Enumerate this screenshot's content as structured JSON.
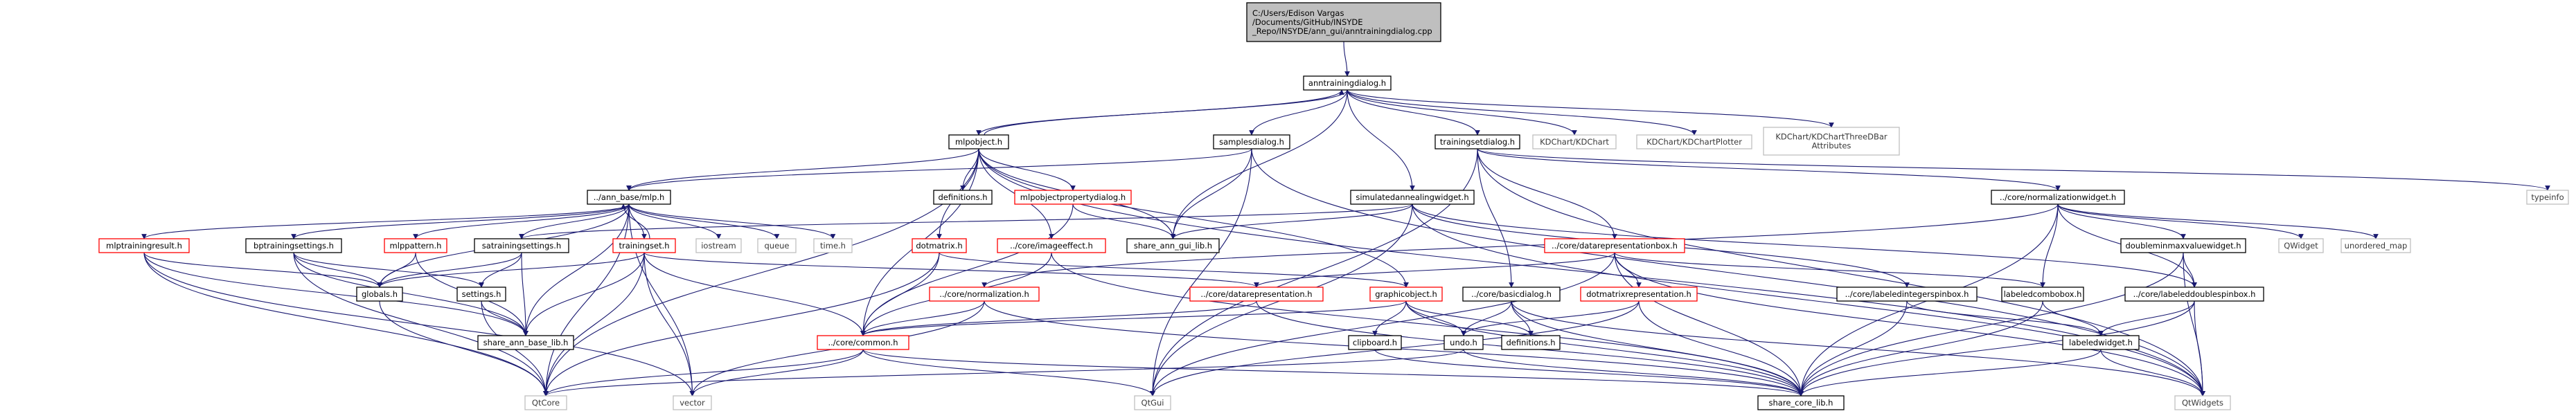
{
  "diagram": {
    "colors": {
      "edge": "#191970",
      "root_fill": "#bfbfbf",
      "red_border": "#ff0000",
      "ext_border": "#bfbfbf"
    },
    "nodes": [
      {
        "id": "root",
        "kind": "root",
        "lines": [
          "C:/Users/Edison Vargas",
          "/Documents/GitHub/INSYDE",
          "_Repo/INSYDE/ann_gui/anntrainingdialog.cpp"
        ]
      },
      {
        "id": "anntrainingdialog_h",
        "kind": "normal",
        "lines": [
          "anntrainingdialog.h"
        ]
      },
      {
        "id": "mlpobject_h",
        "kind": "normal",
        "lines": [
          "mlpobject.h"
        ]
      },
      {
        "id": "samplesdialog_h",
        "kind": "normal",
        "lines": [
          "samplesdialog.h"
        ]
      },
      {
        "id": "trainingsetdialog_h",
        "kind": "normal",
        "lines": [
          "trainingsetdialog.h"
        ]
      },
      {
        "id": "kdchart",
        "kind": "ext",
        "lines": [
          "KDChart/KDChart"
        ]
      },
      {
        "id": "kdchartplotter",
        "kind": "ext",
        "lines": [
          "KDChart/KDChartPlotter"
        ]
      },
      {
        "id": "kdchartthreedbar",
        "kind": "ext",
        "lines": [
          "KDChart/KDChartThreeDBar",
          "Attributes"
        ]
      },
      {
        "id": "typeinfo",
        "kind": "ext",
        "lines": [
          "typeinfo"
        ]
      },
      {
        "id": "ann_base_mlp_h",
        "kind": "normal",
        "lines": [
          "../ann_base/mlp.h"
        ]
      },
      {
        "id": "definitions_h_a",
        "kind": "normal",
        "lines": [
          "definitions.h"
        ]
      },
      {
        "id": "mlpobjectproperty",
        "kind": "red",
        "lines": [
          "mlpobjectpropertydialog.h"
        ]
      },
      {
        "id": "simulatedannealing",
        "kind": "normal",
        "lines": [
          "simulatedannealingwidget.h"
        ]
      },
      {
        "id": "normalizationwidget",
        "kind": "normal",
        "lines": [
          "../core/normalizationwidget.h"
        ]
      },
      {
        "id": "mlptrainingresult",
        "kind": "red",
        "lines": [
          "mlptrainingresult.h"
        ]
      },
      {
        "id": "bptrainingsettings",
        "kind": "normal",
        "lines": [
          "bptrainingsettings.h"
        ]
      },
      {
        "id": "mlppattern",
        "kind": "red",
        "lines": [
          "mlppattern.h"
        ]
      },
      {
        "id": "satrainingsettings",
        "kind": "normal",
        "lines": [
          "satrainingsettings.h"
        ]
      },
      {
        "id": "trainingset_h",
        "kind": "red",
        "lines": [
          "trainingset.h"
        ]
      },
      {
        "id": "iostream",
        "kind": "ext",
        "lines": [
          "iostream"
        ]
      },
      {
        "id": "queue",
        "kind": "ext",
        "lines": [
          "queue"
        ]
      },
      {
        "id": "time_h",
        "kind": "ext",
        "lines": [
          "time.h"
        ]
      },
      {
        "id": "dotmatrix",
        "kind": "red",
        "lines": [
          "dotmatrix.h"
        ]
      },
      {
        "id": "imageeffect",
        "kind": "red",
        "lines": [
          "../core/imageeffect.h"
        ]
      },
      {
        "id": "share_ann_gui_lib",
        "kind": "normal",
        "lines": [
          "share_ann_gui_lib.h"
        ]
      },
      {
        "id": "datarepresentationbox",
        "kind": "red",
        "lines": [
          "../core/datarepresentationbox.h"
        ]
      },
      {
        "id": "doubleminmax",
        "kind": "normal",
        "lines": [
          "doubleminmaxvaluewidget.h"
        ]
      },
      {
        "id": "qwidget",
        "kind": "ext",
        "lines": [
          "QWidget"
        ]
      },
      {
        "id": "unordered_map",
        "kind": "ext",
        "lines": [
          "unordered_map"
        ]
      },
      {
        "id": "globals_h",
        "kind": "normal",
        "lines": [
          "globals.h"
        ]
      },
      {
        "id": "settings_h",
        "kind": "normal",
        "lines": [
          "settings.h"
        ]
      },
      {
        "id": "core_normalization",
        "kind": "red",
        "lines": [
          "../core/normalization.h"
        ]
      },
      {
        "id": "core_datarep",
        "kind": "red",
        "lines": [
          "../core/datarepresentation.h"
        ]
      },
      {
        "id": "graphicobject",
        "kind": "red",
        "lines": [
          "graphicobject.h"
        ]
      },
      {
        "id": "basicdialog",
        "kind": "normal",
        "lines": [
          "../core/basicdialog.h"
        ]
      },
      {
        "id": "dotmatrixrep",
        "kind": "red",
        "lines": [
          "dotmatrixrepresentation.h"
        ]
      },
      {
        "id": "labeledintegerspin",
        "kind": "normal",
        "lines": [
          "../core/labeledintegerspinbox.h"
        ]
      },
      {
        "id": "labeledcombobox",
        "kind": "normal",
        "lines": [
          "labeledcombobox.h"
        ]
      },
      {
        "id": "labeleddoublespin",
        "kind": "normal",
        "lines": [
          "../core/labeleddoublespinbox.h"
        ]
      },
      {
        "id": "share_ann_base_lib",
        "kind": "normal",
        "lines": [
          "share_ann_base_lib.h"
        ]
      },
      {
        "id": "core_common",
        "kind": "red",
        "lines": [
          "../core/common.h"
        ]
      },
      {
        "id": "clipboard",
        "kind": "normal",
        "lines": [
          "clipboard.h"
        ]
      },
      {
        "id": "undo_h",
        "kind": "normal",
        "lines": [
          "undo.h"
        ]
      },
      {
        "id": "definitions_h_b",
        "kind": "normal",
        "lines": [
          "definitions.h"
        ]
      },
      {
        "id": "labeledwidget",
        "kind": "normal",
        "lines": [
          "labeledwidget.h"
        ]
      },
      {
        "id": "qtcore",
        "kind": "ext",
        "lines": [
          "QtCore"
        ]
      },
      {
        "id": "vector",
        "kind": "ext",
        "lines": [
          "vector"
        ]
      },
      {
        "id": "qtgui",
        "kind": "ext",
        "lines": [
          "QtGui"
        ]
      },
      {
        "id": "share_core_lib",
        "kind": "normal",
        "lines": [
          "share_core_lib.h"
        ]
      },
      {
        "id": "qtwidgets",
        "kind": "ext",
        "lines": [
          "QtWidgets"
        ]
      }
    ],
    "edges": [
      [
        "root",
        "anntrainingdialog_h"
      ],
      [
        "anntrainingdialog_h",
        "mlpobject_h"
      ],
      [
        "anntrainingdialog_h",
        "samplesdialog_h"
      ],
      [
        "anntrainingdialog_h",
        "trainingsetdialog_h"
      ],
      [
        "anntrainingdialog_h",
        "kdchart"
      ],
      [
        "anntrainingdialog_h",
        "kdchartplotter"
      ],
      [
        "anntrainingdialog_h",
        "kdchartthreedbar"
      ],
      [
        "anntrainingdialog_h",
        "simulatedannealing"
      ],
      [
        "anntrainingdialog_h",
        "share_ann_gui_lib"
      ],
      [
        "mlpobject_h",
        "anntrainingdialog_h"
      ],
      [
        "mlpobject_h",
        "ann_base_mlp_h"
      ],
      [
        "mlpobject_h",
        "definitions_h_a"
      ],
      [
        "mlpobject_h",
        "mlpobjectproperty"
      ],
      [
        "mlpobject_h",
        "dotmatrix"
      ],
      [
        "mlpobject_h",
        "imageeffect"
      ],
      [
        "mlpobject_h",
        "share_ann_gui_lib"
      ],
      [
        "mlpobject_h",
        "graphicobject"
      ],
      [
        "mlpobject_h",
        "qtcore"
      ],
      [
        "mlpobject_h",
        "qtwidgets"
      ],
      [
        "mlpobject_h",
        "core_common"
      ],
      [
        "samplesdialog_h",
        "ann_base_mlp_h"
      ],
      [
        "samplesdialog_h",
        "share_ann_gui_lib"
      ],
      [
        "samplesdialog_h",
        "qtgui"
      ],
      [
        "samplesdialog_h",
        "qtwidgets"
      ],
      [
        "trainingsetdialog_h",
        "normalizationwidget"
      ],
      [
        "trainingsetdialog_h",
        "datarepresentationbox"
      ],
      [
        "trainingsetdialog_h",
        "basicdialog"
      ],
      [
        "trainingsetdialog_h",
        "typeinfo"
      ],
      [
        "trainingsetdialog_h",
        "qtwidgets"
      ],
      [
        "trainingsetdialog_h",
        "qtgui"
      ],
      [
        "ann_base_mlp_h",
        "mlptrainingresult"
      ],
      [
        "ann_base_mlp_h",
        "bptrainingsettings"
      ],
      [
        "ann_base_mlp_h",
        "mlppattern"
      ],
      [
        "ann_base_mlp_h",
        "satrainingsettings"
      ],
      [
        "ann_base_mlp_h",
        "trainingset_h"
      ],
      [
        "ann_base_mlp_h",
        "iostream"
      ],
      [
        "ann_base_mlp_h",
        "queue"
      ],
      [
        "ann_base_mlp_h",
        "time_h"
      ],
      [
        "ann_base_mlp_h",
        "globals_h"
      ],
      [
        "ann_base_mlp_h",
        "share_ann_base_lib"
      ],
      [
        "ann_base_mlp_h",
        "qtcore"
      ],
      [
        "ann_base_mlp_h",
        "vector"
      ],
      [
        "mlpobjectproperty",
        "share_ann_gui_lib"
      ],
      [
        "mlpobjectproperty",
        "core_common"
      ],
      [
        "simulatedannealing",
        "share_ann_gui_lib"
      ],
      [
        "simulatedannealing",
        "satrainingsettings"
      ],
      [
        "simulatedannealing",
        "labeleddoublespin"
      ],
      [
        "simulatedannealing",
        "labeledintegerspin"
      ],
      [
        "simulatedannealing",
        "qtgui"
      ],
      [
        "simulatedannealing",
        "qtwidgets"
      ],
      [
        "normalizationwidget",
        "doubleminmax"
      ],
      [
        "normalizationwidget",
        "qwidget"
      ],
      [
        "normalizationwidget",
        "unordered_map"
      ],
      [
        "normalizationwidget",
        "labeledcombobox"
      ],
      [
        "normalizationwidget",
        "labeleddoublespin"
      ],
      [
        "normalizationwidget",
        "share_core_lib"
      ],
      [
        "normalizationwidget",
        "core_normalization"
      ],
      [
        "mlptrainingresult",
        "globals_h"
      ],
      [
        "mlptrainingresult",
        "share_ann_base_lib"
      ],
      [
        "mlptrainingresult",
        "qtcore"
      ],
      [
        "mlptrainingresult",
        "vector"
      ],
      [
        "bptrainingsettings",
        "globals_h"
      ],
      [
        "bptrainingsettings",
        "settings_h"
      ],
      [
        "bptrainingsettings",
        "share_ann_base_lib"
      ],
      [
        "bptrainingsettings",
        "qtcore"
      ],
      [
        "mlppattern",
        "globals_h"
      ],
      [
        "mlppattern",
        "share_ann_base_lib"
      ],
      [
        "satrainingsettings",
        "globals_h"
      ],
      [
        "satrainingsettings",
        "settings_h"
      ],
      [
        "satrainingsettings",
        "share_ann_base_lib"
      ],
      [
        "trainingset_h",
        "ann_base_mlp_h"
      ],
      [
        "trainingset_h",
        "globals_h"
      ],
      [
        "trainingset_h",
        "share_ann_base_lib"
      ],
      [
        "trainingset_h",
        "core_common"
      ],
      [
        "trainingset_h",
        "core_datarep"
      ],
      [
        "trainingset_h",
        "qtcore"
      ],
      [
        "trainingset_h",
        "vector"
      ],
      [
        "dotmatrix",
        "graphicobject"
      ],
      [
        "dotmatrix",
        "core_common"
      ],
      [
        "dotmatrix",
        "qtcore"
      ],
      [
        "imageeffect",
        "core_common"
      ],
      [
        "imageeffect",
        "share_core_lib"
      ],
      [
        "datarepresentationbox",
        "core_datarep"
      ],
      [
        "datarepresentationbox",
        "dotmatrixrep"
      ],
      [
        "datarepresentationbox",
        "labeledcombobox"
      ],
      [
        "datarepresentationbox",
        "share_core_lib"
      ],
      [
        "datarepresentationbox",
        "qtgui"
      ],
      [
        "datarepresentationbox",
        "qtwidgets"
      ],
      [
        "doubleminmax",
        "labeleddoublespin"
      ],
      [
        "doubleminmax",
        "share_core_lib"
      ],
      [
        "doubleminmax",
        "qtwidgets"
      ],
      [
        "globals_h",
        "qtcore"
      ],
      [
        "settings_h",
        "qtcore"
      ],
      [
        "settings_h",
        "share_ann_base_lib"
      ],
      [
        "core_normalization",
        "core_common"
      ],
      [
        "core_normalization",
        "share_core_lib"
      ],
      [
        "core_normalization",
        "vector"
      ],
      [
        "core_datarep",
        "core_common"
      ],
      [
        "core_datarep",
        "share_core_lib"
      ],
      [
        "graphicobject",
        "clipboard"
      ],
      [
        "graphicobject",
        "undo_h"
      ],
      [
        "graphicobject",
        "definitions_h_b"
      ],
      [
        "graphicobject",
        "core_common"
      ],
      [
        "graphicobject",
        "share_core_lib"
      ],
      [
        "basicdialog",
        "undo_h"
      ],
      [
        "basicdialog",
        "definitions_h_b"
      ],
      [
        "basicdialog",
        "share_core_lib"
      ],
      [
        "basicdialog",
        "qtwidgets"
      ],
      [
        "dotmatrixrep",
        "undo_h"
      ],
      [
        "dotmatrixrep",
        "share_core_lib"
      ],
      [
        "dotmatrixrep",
        "qtgui"
      ],
      [
        "labeledintegerspin",
        "labeledwidget"
      ],
      [
        "labeledintegerspin",
        "share_core_lib"
      ],
      [
        "labeledcombobox",
        "labeledwidget"
      ],
      [
        "labeledcombobox",
        "share_core_lib"
      ],
      [
        "labeleddoublespin",
        "labeledwidget"
      ],
      [
        "labeleddoublespin",
        "share_core_lib"
      ],
      [
        "labeleddoublespin",
        "qtwidgets"
      ],
      [
        "core_common",
        "qtcore"
      ],
      [
        "core_common",
        "vector"
      ],
      [
        "core_common",
        "qtgui"
      ],
      [
        "core_common",
        "share_core_lib"
      ],
      [
        "clipboard",
        "share_core_lib"
      ],
      [
        "undo_h",
        "qtcore"
      ],
      [
        "undo_h",
        "share_core_lib"
      ],
      [
        "labeledwidget",
        "share_core_lib"
      ],
      [
        "labeledwidget",
        "qtwidgets"
      ]
    ]
  }
}
